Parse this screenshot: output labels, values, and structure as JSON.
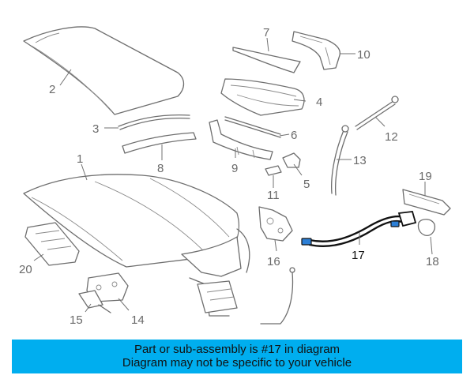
{
  "diagram": {
    "callouts": [
      "1",
      "2",
      "3",
      "4",
      "5",
      "6",
      "7",
      "8",
      "9",
      "10",
      "11",
      "12",
      "13",
      "14",
      "15",
      "16",
      "17",
      "18",
      "19",
      "20"
    ],
    "highlight_callout": "17",
    "colors": {
      "part_stroke": "#6e6e6e",
      "highlight": "#111111",
      "connector": "#2c7fd6",
      "banner": "#00aeef"
    }
  },
  "banner": {
    "line1": "Part or sub-assembly is #17 in diagram",
    "line2": "Diagram may not be specific to your vehicle"
  }
}
